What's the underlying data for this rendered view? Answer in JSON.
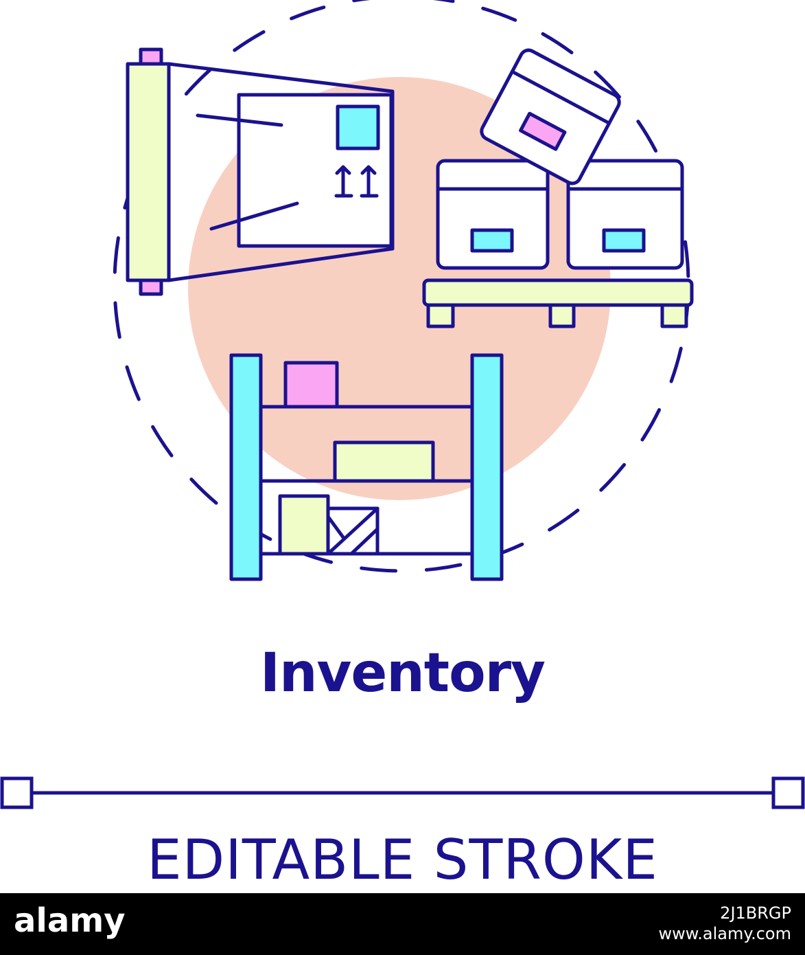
{
  "icon": {
    "name": "inventory-concept-icon"
  },
  "colors": {
    "stroke": "#1b128f",
    "background_circle": "#f8d0c2",
    "yellow": "#f1fdc8",
    "cyan": "#7cf7fb",
    "pink": "#fba6f2"
  },
  "title": "Inventory",
  "subtitle": "EDITABLE STROKE",
  "footer": {
    "brand": "alamy",
    "image_id": "2J1BRGP",
    "url": "www.alamy.com"
  }
}
